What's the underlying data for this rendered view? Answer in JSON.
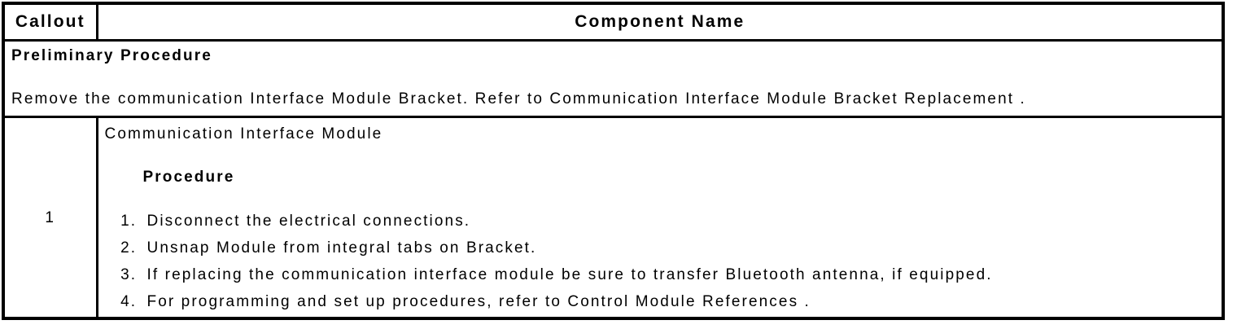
{
  "colors": {
    "background": "#ffffff",
    "border": "#000000",
    "text": "#000000"
  },
  "table": {
    "header": {
      "callout": "Callout",
      "component_name": "Component Name"
    },
    "preliminary": {
      "title": "Preliminary Procedure",
      "text": "Remove the communication Interface Module Bracket. Refer to Communication Interface Module Bracket Replacement ."
    },
    "rows": [
      {
        "callout": "1",
        "component": "Communication Interface Module",
        "procedure_label": "Procedure",
        "steps": [
          "Disconnect the electrical connections.",
          "Unsnap Module from integral tabs on Bracket.",
          "If replacing the communication interface module be sure to transfer Bluetooth antenna, if equipped.",
          "For programming and set up procedures, refer to Control Module References ."
        ]
      }
    ]
  }
}
